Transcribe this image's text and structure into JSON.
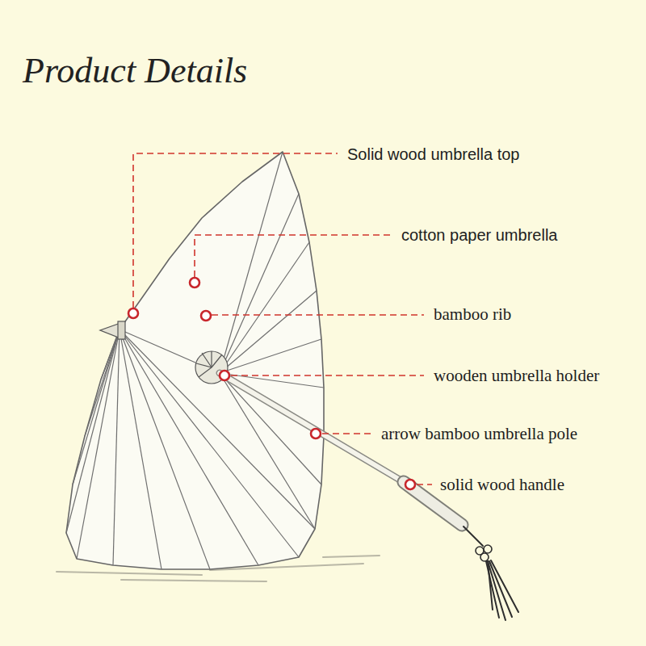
{
  "diagram": {
    "title": "Product Details",
    "labels": [
      "Solid wood umbrella top",
      "cotton paper umbrella",
      "bamboo rib",
      "wooden umbrella holder",
      "arrow bamboo umbrella pole",
      "solid wood handle"
    ]
  }
}
